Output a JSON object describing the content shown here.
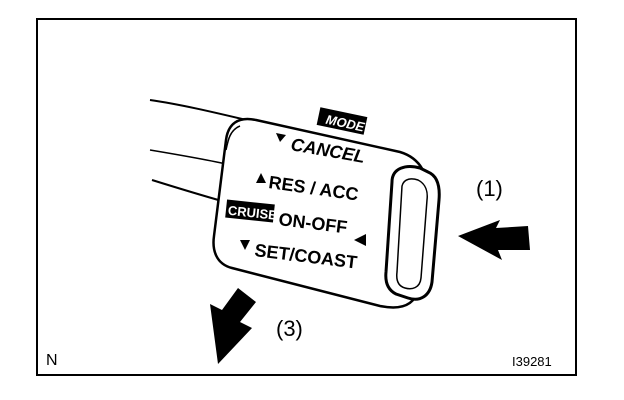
{
  "figure": {
    "stalk_labels": {
      "mode": "MODE",
      "cancel": "CANCEL",
      "res_acc": "RES / ACC",
      "cruise_badge": "CRUISE",
      "on_off": "ON-OFF",
      "set_coast": "SET/COAST"
    },
    "callouts": {
      "push": "(1)",
      "pull": "(3)"
    },
    "corner_left": "N",
    "corner_right": "I39281"
  },
  "colors": {
    "ink": "#000000",
    "paper": "#ffffff"
  }
}
